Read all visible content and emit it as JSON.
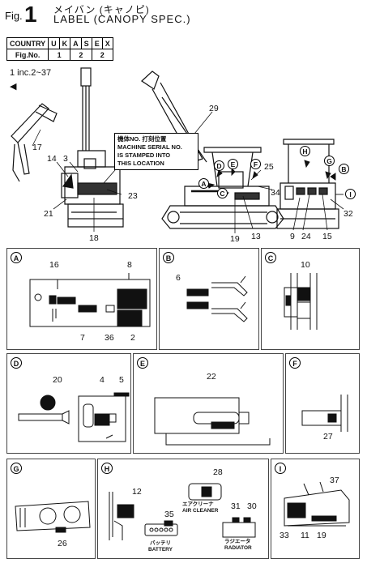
{
  "header": {
    "fig_word": "Fig.",
    "fig_number": "1",
    "title_jp": "メイバン (キャノピ)",
    "title_en": "LABEL (CANOPY SPEC.)"
  },
  "spec_table": {
    "row1": [
      "COUNTRY",
      "U",
      "K",
      "A",
      "S",
      "E",
      "X"
    ],
    "row2": [
      "Fig.No.",
      "1",
      "2",
      "2"
    ]
  },
  "item_ref": "1  inc.2~37",
  "pointer": "◀",
  "serial_note": {
    "line1": "機体NO. 打刻位置",
    "line2": "MACHINE SERIAL NO.",
    "line3": "IS STAMPED INTO",
    "line4": "THIS LOCATION"
  },
  "main_callouts": {
    "c17": "17",
    "c14": "14",
    "c3": "3",
    "c21": "21",
    "c18": "18",
    "c23": "23",
    "c29": "29",
    "c25": "25",
    "c34": "34",
    "c19": "19",
    "c13": "13",
    "c9": "9",
    "c24": "24",
    "c15": "15",
    "c32": "32",
    "lA": "A",
    "lB": "B",
    "lC": "C",
    "lD": "D",
    "lE": "E",
    "lF": "F",
    "lG": "G",
    "lH": "H",
    "lI": "I"
  },
  "panels": {
    "A": {
      "letter": "A",
      "labels": [
        "16",
        "8",
        "7",
        "36",
        "2"
      ]
    },
    "B": {
      "letter": "B",
      "labels": [
        "6"
      ]
    },
    "C": {
      "letter": "C",
      "labels": [
        "10"
      ]
    },
    "D": {
      "letter": "D",
      "labels": [
        "20",
        "4",
        "5"
      ]
    },
    "E": {
      "letter": "E",
      "labels": [
        "22"
      ]
    },
    "F": {
      "letter": "F",
      "labels": [
        "27"
      ]
    },
    "G": {
      "letter": "G",
      "labels": [
        "26"
      ]
    },
    "H": {
      "letter": "H",
      "labels": [
        "12",
        "28",
        "35",
        "31",
        "30"
      ],
      "air_cleaner_jp": "エアクリーナ",
      "air_cleaner_en": "AIR CLEANER",
      "battery_jp": "バッテリ",
      "battery_en": "BATTERY",
      "radiator_jp": "ラジエータ",
      "radiator_en": "RADIATOR"
    },
    "I": {
      "letter": "I",
      "labels": [
        "37",
        "33",
        "11",
        "19"
      ]
    }
  }
}
